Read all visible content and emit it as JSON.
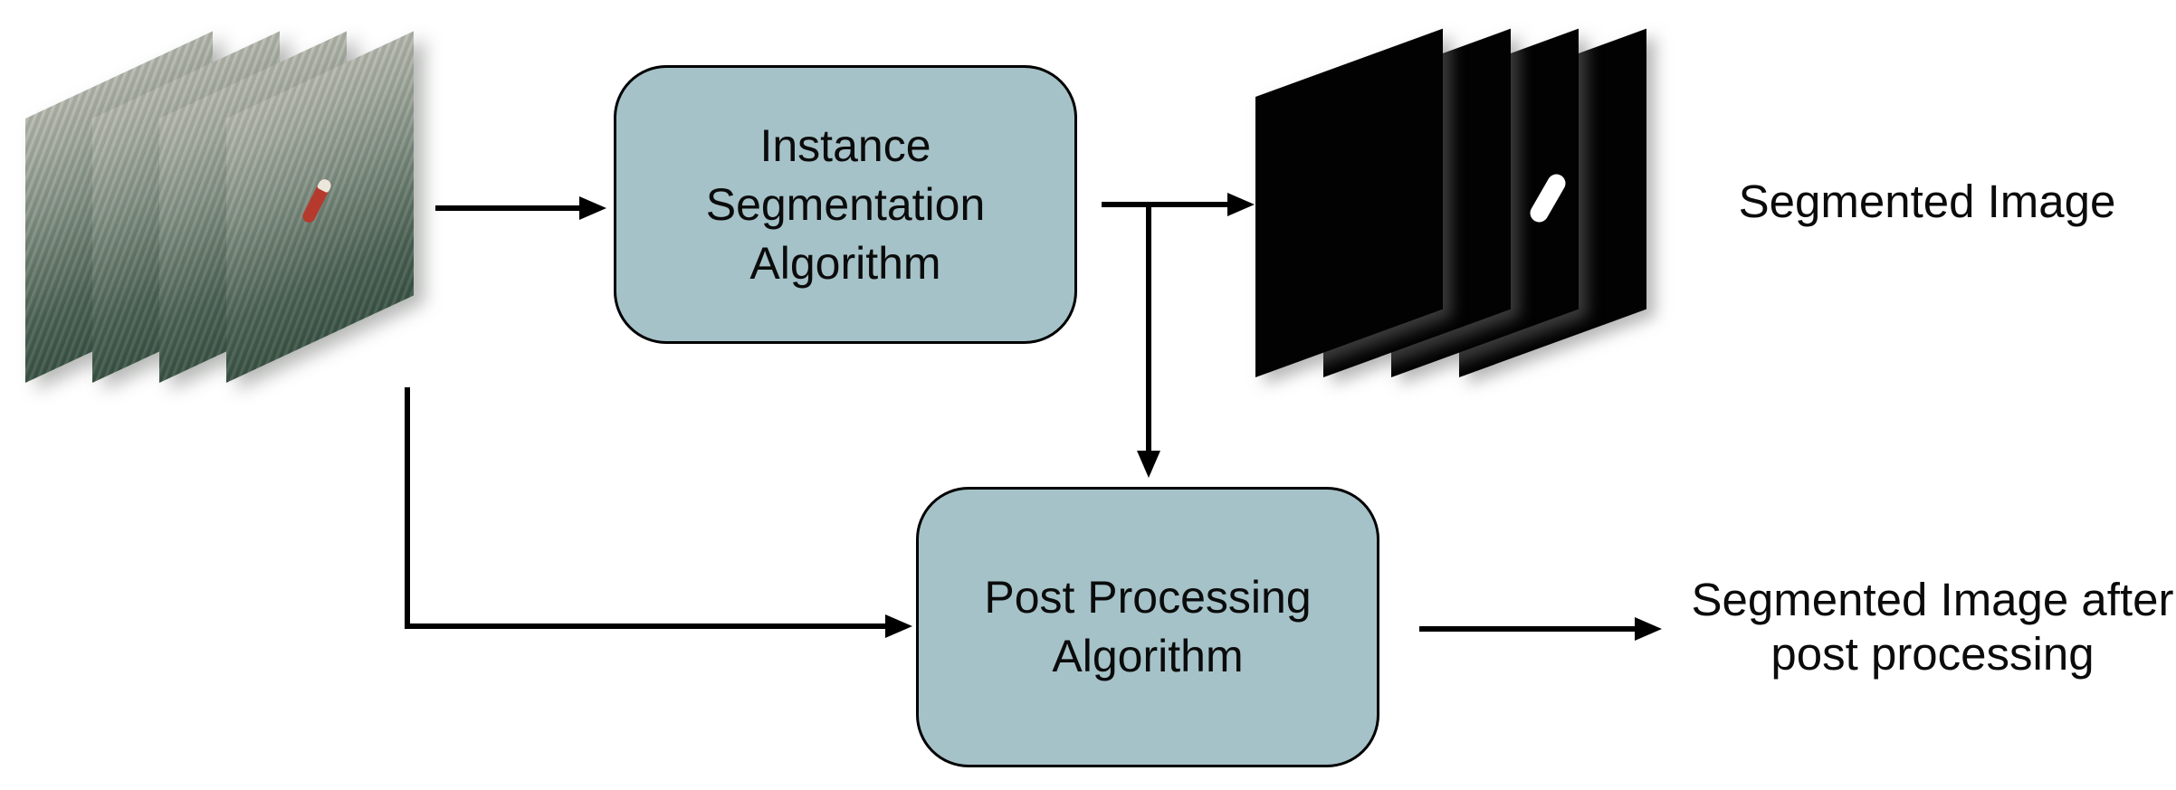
{
  "colors": {
    "background": "#ffffff",
    "node_fill": "#a5c2c8",
    "node_border": "#000000",
    "arrow": "#000000",
    "mask_sheet": "#020202",
    "mask_blob": "#ffffff",
    "ship_hull": "#b5392c",
    "ship_bow": "#ece7dc",
    "water_top": "#b6bab0",
    "water_bottom": "#3c5547"
  },
  "nodes": {
    "instance": {
      "lines": [
        "Instance",
        "Segmentation",
        "Algorithm"
      ]
    },
    "post": {
      "lines": [
        "Post Processing",
        "Algorithm"
      ]
    }
  },
  "labels": {
    "segmented_image": "Segmented Image",
    "segmented_after": [
      "Segmented Image after",
      "post processing"
    ]
  },
  "stacks": {
    "input": {
      "icon": "sea-surface-image-stack",
      "sheets": 4
    },
    "output": {
      "icon": "segmentation-mask-stack",
      "sheets": 4
    }
  }
}
